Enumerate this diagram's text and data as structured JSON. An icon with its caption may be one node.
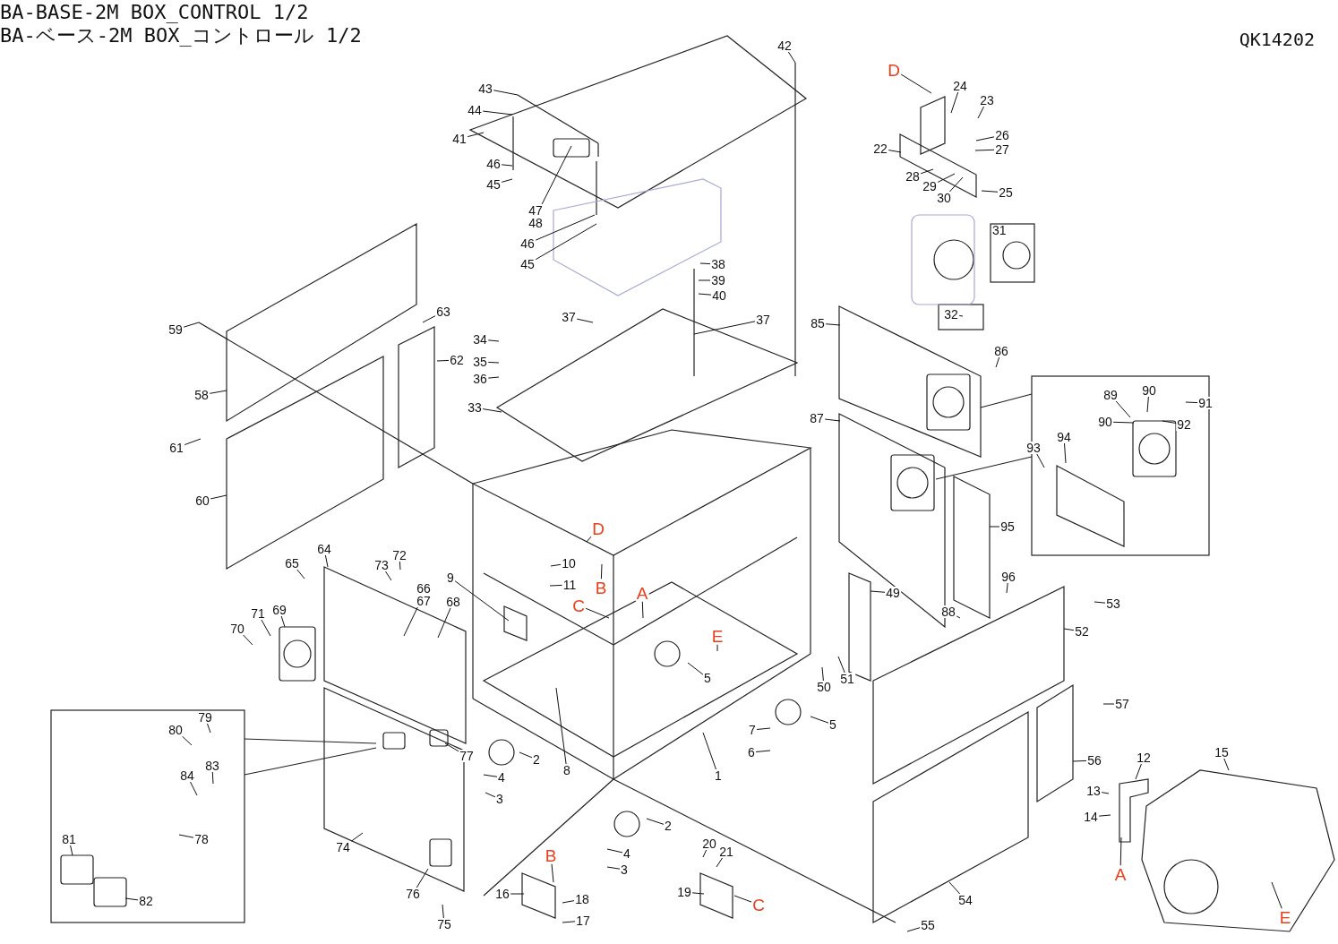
{
  "diagram": {
    "title": "BA-BASE-2M BOX_CONTROL 1/2",
    "nodes": [
      {
        "text": [
          "42"
        ]
      },
      {
        "text": [
          "43"
        ]
      },
      {
        "text": [
          "44"
        ]
      },
      {
        "text": [
          "41"
        ]
      },
      {
        "text": [
          "46"
        ]
      },
      {
        "text": [
          "45"
        ]
      },
      {
        "text": [
          "47",
          "48"
        ]
      },
      {
        "text": [
          "46"
        ]
      },
      {
        "text": [
          "45"
        ]
      },
      {
        "text": [
          "38"
        ]
      },
      {
        "text": [
          "39"
        ]
      },
      {
        "text": [
          "40"
        ]
      },
      {
        "text": [
          "37"
        ]
      },
      {
        "text": [
          "37"
        ]
      },
      {
        "text": [
          "34"
        ]
      },
      {
        "text": [
          "35"
        ]
      },
      {
        "text": [
          "36"
        ]
      },
      {
        "text": [
          "33"
        ]
      },
      {
        "text": [
          "59"
        ]
      },
      {
        "text": [
          "63"
        ]
      },
      {
        "text": [
          "62"
        ]
      },
      {
        "text": [
          "58"
        ]
      },
      {
        "text": [
          "61"
        ]
      },
      {
        "text": [
          "60"
        ]
      },
      {
        "text": [
          "D"
        ]
      },
      {
        "text": [
          "24"
        ]
      },
      {
        "text": [
          "23"
        ]
      },
      {
        "text": [
          "22"
        ]
      },
      {
        "text": [
          "26"
        ]
      },
      {
        "text": [
          "27"
        ]
      },
      {
        "text": [
          "28"
        ]
      },
      {
        "text": [
          "29"
        ]
      },
      {
        "text": [
          "30"
        ]
      },
      {
        "text": [
          "25"
        ]
      },
      {
        "text": [
          "32"
        ]
      },
      {
        "text": [
          "85"
        ]
      },
      {
        "text": [
          "86"
        ]
      },
      {
        "text": [
          "87"
        ]
      },
      {
        "text": [
          "89"
        ]
      },
      {
        "text": [
          "90"
        ]
      },
      {
        "text": [
          "90"
        ]
      },
      {
        "text": [
          "91"
        ]
      },
      {
        "text": [
          "92"
        ]
      },
      {
        "text": [
          "93"
        ]
      },
      {
        "text": [
          "94"
        ]
      },
      {
        "text": [
          "95"
        ]
      },
      {
        "text": [
          "96"
        ]
      },
      {
        "text": [
          "88"
        ]
      },
      {
        "text": [
          "64"
        ]
      },
      {
        "text": [
          "65"
        ]
      },
      {
        "text": [
          "72"
        ]
      },
      {
        "text": [
          "73"
        ]
      },
      {
        "text": [
          "66",
          "67"
        ]
      },
      {
        "text": [
          "68"
        ]
      },
      {
        "text": [
          "69"
        ]
      },
      {
        "text": [
          "71"
        ]
      },
      {
        "text": [
          "70"
        ]
      },
      {
        "text": [
          "9"
        ]
      },
      {
        "text": [
          "10"
        ]
      },
      {
        "text": [
          "11"
        ]
      },
      {
        "text": [
          "D"
        ]
      },
      {
        "text": [
          "B"
        ]
      },
      {
        "text": [
          "C"
        ]
      },
      {
        "text": [
          "A"
        ]
      },
      {
        "text": [
          "E"
        ]
      },
      {
        "text": [
          "5"
        ]
      },
      {
        "text": [
          "49"
        ]
      },
      {
        "text": [
          "50"
        ]
      },
      {
        "text": [
          "51"
        ]
      },
      {
        "text": [
          "53"
        ]
      },
      {
        "text": [
          "52"
        ]
      },
      {
        "text": [
          "7"
        ]
      },
      {
        "text": [
          "6"
        ]
      },
      {
        "text": [
          "5"
        ]
      },
      {
        "text": [
          "1"
        ]
      },
      {
        "text": [
          "2"
        ]
      },
      {
        "text": [
          "3"
        ]
      },
      {
        "text": [
          "4"
        ]
      },
      {
        "text": [
          "8"
        ]
      },
      {
        "text": [
          "77"
        ]
      },
      {
        "text": [
          "80"
        ]
      },
      {
        "text": [
          "79"
        ]
      },
      {
        "text": [
          "84"
        ]
      },
      {
        "text": [
          "83"
        ]
      },
      {
        "text": [
          "78"
        ]
      },
      {
        "text": [
          "81"
        ]
      },
      {
        "text": [
          "82"
        ]
      },
      {
        "text": [
          "74"
        ]
      },
      {
        "text": [
          "76"
        ]
      },
      {
        "text": [
          "75"
        ]
      },
      {
        "text": [
          "57"
        ]
      },
      {
        "text": [
          "56"
        ]
      },
      {
        "text": [
          "54"
        ]
      },
      {
        "text": [
          "55"
        ]
      },
      {
        "text": [
          "12"
        ]
      },
      {
        "text": [
          "13"
        ]
      },
      {
        "text": [
          "14"
        ]
      },
      {
        "text": [
          "A"
        ]
      },
      {
        "text": [
          "15"
        ]
      },
      {
        "text": [
          "E"
        ]
      },
      {
        "text": [
          "2"
        ]
      },
      {
        "text": [
          "4"
        ]
      },
      {
        "text": [
          "3"
        ]
      },
      {
        "text": [
          "B"
        ]
      },
      {
        "text": [
          "16"
        ]
      },
      {
        "text": [
          "18"
        ]
      },
      {
        "text": [
          "17"
        ]
      },
      {
        "text": [
          "20"
        ]
      },
      {
        "text": [
          "21"
        ]
      },
      {
        "text": [
          "19"
        ]
      },
      {
        "text": [
          "C"
        ]
      }
    ],
    "edges": [
      {
        "from": 0,
        "to": null,
        "arrow": "none"
      },
      {
        "from": 1,
        "to": null,
        "arrow": "none"
      },
      {
        "from": 2,
        "to": null,
        "arrow": "none"
      },
      {
        "from": 3,
        "to": null,
        "arrow": "none"
      },
      {
        "from": 4,
        "to": null,
        "arrow": "none"
      },
      {
        "from": 5,
        "to": null,
        "arrow": "none"
      },
      {
        "from": 6,
        "to": null,
        "arrow": "none"
      },
      {
        "from": 7,
        "to": null,
        "arrow": "none"
      },
      {
        "from": 8,
        "to": null,
        "arrow": "none"
      },
      {
        "from": 9,
        "to": null,
        "arrow": "none"
      },
      {
        "from": 10,
        "to": null,
        "arrow": "none"
      },
      {
        "from": 11,
        "to": null,
        "arrow": "none"
      },
      {
        "from": 12,
        "to": null,
        "arrow": "none"
      },
      {
        "from": 13,
        "to": null,
        "arrow": "none"
      },
      {
        "from": 14,
        "to": null,
        "arrow": "none"
      },
      {
        "from": 15,
        "to": null,
        "arrow": "none"
      },
      {
        "from": 16,
        "to": null,
        "arrow": "none"
      },
      {
        "from": 17,
        "to": null,
        "arrow": "none"
      },
      {
        "from": 18,
        "to": null,
        "arrow": "none"
      },
      {
        "from": 19,
        "to": null,
        "arrow": "none"
      },
      {
        "from": 20,
        "to": null,
        "arrow": "none"
      },
      {
        "from": 21,
        "to": null,
        "arrow": "none"
      },
      {
        "from": 22,
        "to": null,
        "arrow": "none"
      },
      {
        "from": 23,
        "to": null,
        "arrow": "none"
      },
      {
        "from": 24,
        "to": null,
        "arrow": "none"
      },
      {
        "from": 25,
        "to": null,
        "arrow": "none"
      },
      {
        "from": 26,
        "to": null,
        "arrow": "none"
      },
      {
        "from": 27,
        "to": null,
        "arrow": "none"
      },
      {
        "from": 28,
        "to": null,
        "arrow": "none"
      },
      {
        "from": 29,
        "to": null,
        "arrow": "none"
      },
      {
        "from": 30,
        "to": null,
        "arrow": "none"
      },
      {
        "from": 31,
        "to": null,
        "arrow": "none"
      },
      {
        "from": 32,
        "to": null,
        "arrow": "none"
      },
      {
        "from": 33,
        "to": null,
        "arrow": "none"
      },
      {
        "from": 34,
        "to": null,
        "arrow": "none"
      },
      {
        "from": 35,
        "to": null,
        "arrow": "none"
      },
      {
        "from": 36,
        "to": null,
        "arrow": "none"
      },
      {
        "from": 37,
        "to": null,
        "arrow": "none"
      },
      {
        "from": 38,
        "to": null,
        "arrow": "none"
      },
      {
        "from": 39,
        "to": null,
        "arrow": "none"
      },
      {
        "from": 40,
        "to": null,
        "arrow": "none"
      },
      {
        "from": 41,
        "to": null,
        "arrow": "none"
      },
      {
        "from": 42,
        "to": null,
        "arrow": "none"
      },
      {
        "from": 43,
        "to": null,
        "arrow": "none"
      },
      {
        "from": 44,
        "to": null,
        "arrow": "none"
      },
      {
        "from": 45,
        "to": null,
        "arrow": "none"
      },
      {
        "from": 46,
        "to": null,
        "arrow": "none"
      },
      {
        "from": 47,
        "to": null,
        "arrow": "none"
      },
      {
        "from": 48,
        "to": null,
        "arrow": "none"
      },
      {
        "from": 49,
        "to": null,
        "arrow": "none"
      },
      {
        "from": 50,
        "to": null,
        "arrow": "none"
      },
      {
        "from": 51,
        "to": null,
        "arrow": "none"
      },
      {
        "from": 52,
        "to": null,
        "arrow": "none"
      },
      {
        "from": 53,
        "to": null,
        "arrow": "none"
      },
      {
        "from": 54,
        "to": null,
        "arrow": "none"
      },
      {
        "from": 55,
        "to": null,
        "arrow": "none"
      },
      {
        "from": 56,
        "to": null,
        "arrow": "none"
      },
      {
        "from": 57,
        "to": null,
        "arrow": "none"
      },
      {
        "from": 58,
        "to": null,
        "arrow": "none"
      },
      {
        "from": 59,
        "to": null,
        "arrow": "none"
      },
      {
        "from": 60,
        "to": null,
        "arrow": "none"
      },
      {
        "from": 61,
        "to": null,
        "arrow": "none"
      },
      {
        "from": 62,
        "to": null,
        "arrow": "none"
      },
      {
        "from": 63,
        "to": null,
        "arrow": "none"
      },
      {
        "from": 64,
        "to": null,
        "arrow": "none"
      },
      {
        "from": 65,
        "to": null,
        "arrow": "none"
      },
      {
        "from": 66,
        "to": null,
        "arrow": "none"
      },
      {
        "from": 67,
        "to": null,
        "arrow": "none"
      },
      {
        "from": 68,
        "to": null,
        "arrow": "none"
      },
      {
        "from": 69,
        "to": null,
        "arrow": "none"
      },
      {
        "from": 70,
        "to": null,
        "arrow": "none"
      },
      {
        "from": 71,
        "to": null,
        "arrow": "none"
      },
      {
        "from": 72,
        "to": null,
        "arrow": "none"
      },
      {
        "from": 73,
        "to": null,
        "arrow": "none"
      },
      {
        "from": 74,
        "to": null,
        "arrow": "none"
      },
      {
        "from": 75,
        "to": null,
        "arrow": "none"
      },
      {
        "from": 76,
        "to": null,
        "arrow": "none"
      },
      {
        "from": 77,
        "to": null,
        "arrow": "none"
      },
      {
        "from": 78,
        "to": null,
        "arrow": "none"
      },
      {
        "from": 79,
        "to": null,
        "arrow": "none"
      },
      {
        "from": 80,
        "to": null,
        "arrow": "none"
      },
      {
        "from": 81,
        "to": null,
        "arrow": "none"
      },
      {
        "from": 82,
        "to": null,
        "arrow": "none"
      },
      {
        "from": 83,
        "to": null,
        "arrow": "none"
      },
      {
        "from": 84,
        "to": null,
        "arrow": "none"
      },
      {
        "from": 85,
        "to": null,
        "arrow": "none"
      },
      {
        "from": 86,
        "to": null,
        "arrow": "none"
      },
      {
        "from": 87,
        "to": null,
        "arrow": "none"
      },
      {
        "from": 88,
        "to": null,
        "arrow": "none"
      },
      {
        "from": 89,
        "to": null,
        "arrow": "none"
      },
      {
        "from": 90,
        "to": null,
        "arrow": "none"
      },
      {
        "from": 91,
        "to": null,
        "arrow": "none"
      },
      {
        "from": 92,
        "to": null,
        "arrow": "none"
      },
      {
        "from": 93,
        "to": null,
        "arrow": "none"
      },
      {
        "from": 94,
        "to": null,
        "arrow": "none"
      },
      {
        "from": 95,
        "to": null,
        "arrow": "none"
      },
      {
        "from": 96,
        "to": null,
        "arrow": "none"
      },
      {
        "from": 97,
        "to": null,
        "arrow": "none"
      },
      {
        "from": 98,
        "to": null,
        "arrow": "none"
      },
      {
        "from": 99,
        "to": null,
        "arrow": "none"
      },
      {
        "from": 100,
        "to": null,
        "arrow": "none"
      },
      {
        "from": 101,
        "to": null,
        "arrow": "none"
      },
      {
        "from": 102,
        "to": null,
        "arrow": "none"
      },
      {
        "from": 103,
        "to": null,
        "arrow": "none"
      },
      {
        "from": 104,
        "to": null,
        "arrow": "none"
      },
      {
        "from": 105,
        "to": null,
        "arrow": "none"
      },
      {
        "from": 106,
        "to": null,
        "arrow": "none"
      },
      {
        "from": 107,
        "to": null,
        "arrow": "none"
      },
      {
        "from": 108,
        "to": null,
        "arrow": "none"
      },
      {
        "from": 109,
        "to": null,
        "arrow": "none"
      },
      {
        "from": 110,
        "to": null,
        "arrow": "none"
      }
    ],
    "labels": [
      "BA-ベース-2M BOX_コントロール 1/2",
      "QK14202",
      "31"
    ]
  }
}
